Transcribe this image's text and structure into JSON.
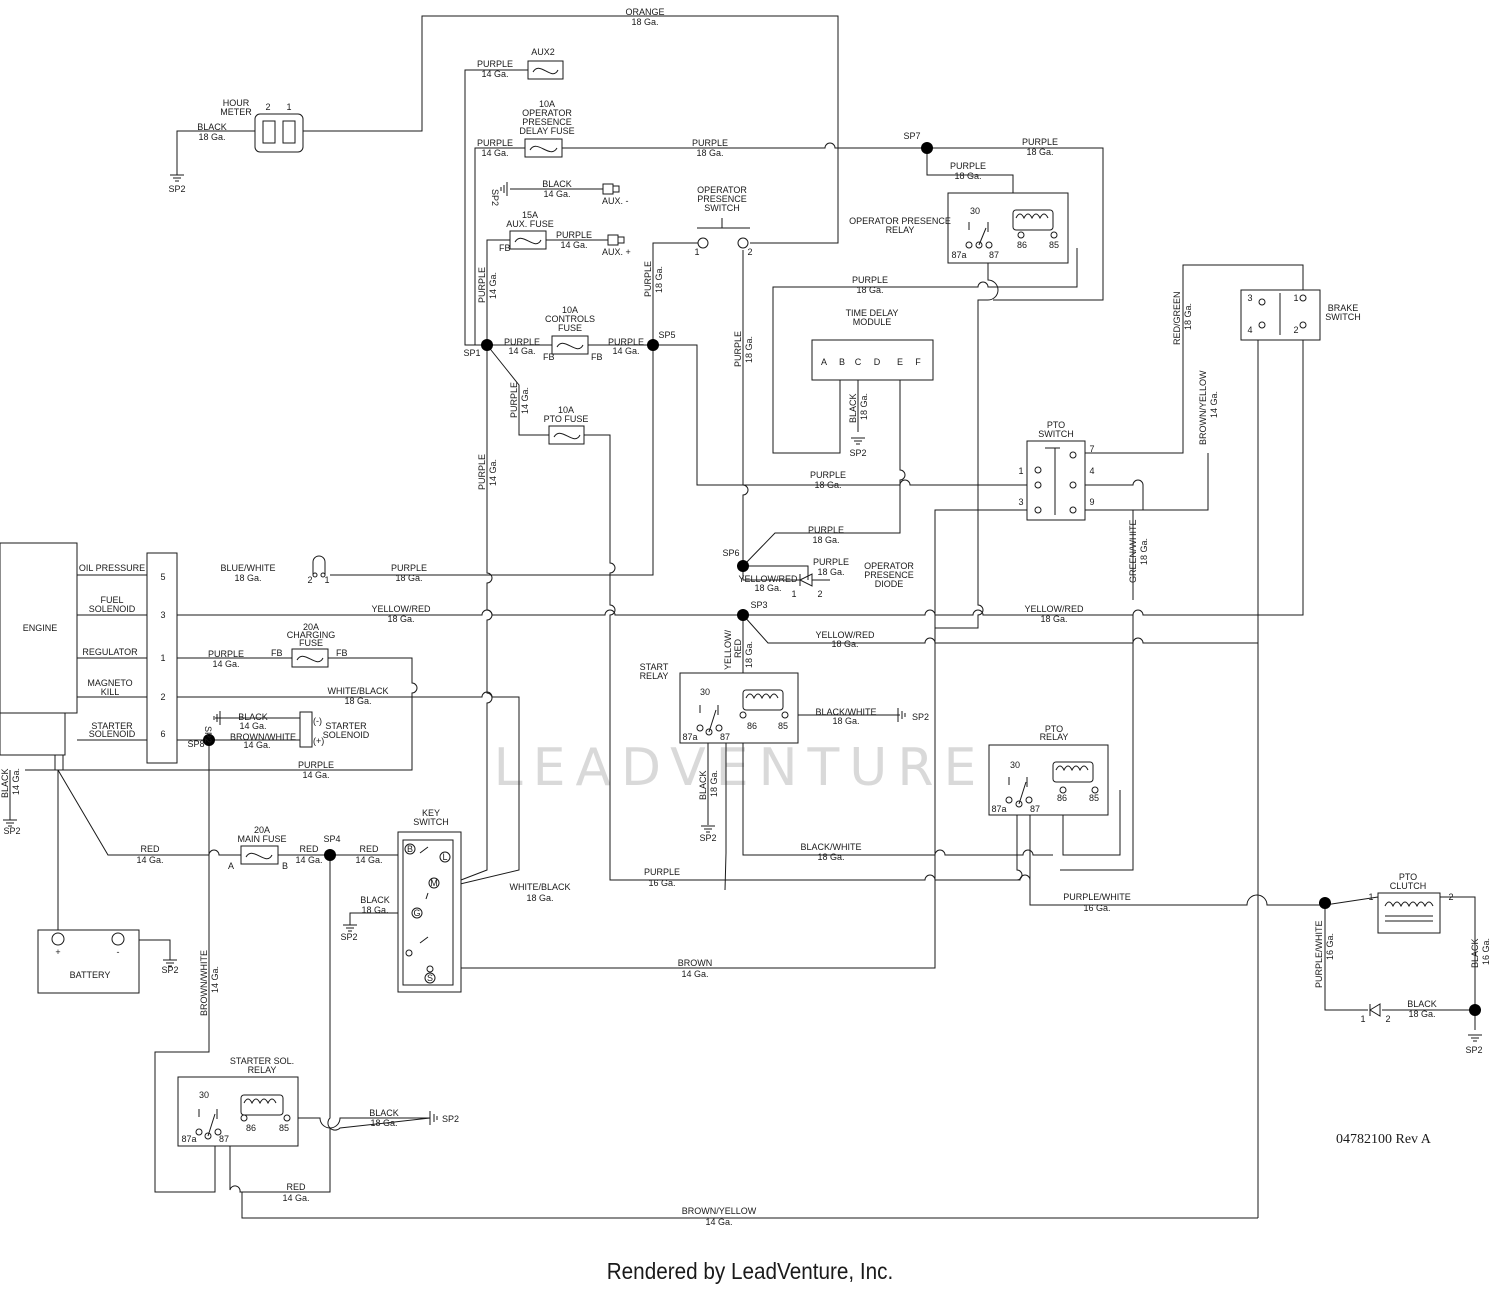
{
  "watermark": "LEADVENTURE",
  "part_number": "04782100  Rev A",
  "footer": "Rendered by LeadVenture, Inc.",
  "labels": {
    "orange": "ORANGE",
    "ga18": "18 Ga.",
    "ga14": "14 Ga.",
    "ga16": "16 Ga.",
    "hour": "HOUR",
    "meter": "METER",
    "black": "BLACK",
    "purple": "PURPLE",
    "red": "RED",
    "brown": "BROWN",
    "brown_white": "BROWN/WHITE",
    "brown_yellow": "BROWN/YELLOW",
    "yellow_red": "YELLOW/RED",
    "yellow": "YELLOW/",
    "red_slash": "RED",
    "blue_white": "BLUE/WHITE",
    "white_black": "WHITE/BLACK",
    "black_white": "BLACK/WHITE",
    "purple_white": "PURPLE/WHITE",
    "red_green": "RED/GREEN",
    "green_white": "GREEN/WHITE",
    "aux2": "AUX2",
    "fuse_10a": "10A",
    "operator": "OPERATOR",
    "presence": "PRESENCE",
    "delay_fuse": "DELAY FUSE",
    "aux_minus": "AUX. -",
    "aux_plus": "AUX. +",
    "fuse_15a": "15A",
    "aux_fuse": "AUX. FUSE",
    "fb": "FB",
    "switch": "SWITCH",
    "controls": "CONTROLS",
    "fuse": "FUSE",
    "pto_fuse": "PTO FUSE",
    "time_delay": "TIME DELAY",
    "module": "MODULE",
    "operator_presence": "OPERATOR PRESENCE",
    "relay": "RELAY",
    "pto": "PTO",
    "brake": "BRAKE",
    "engine": "ENGINE",
    "oil_pressure": "OIL PRESSURE",
    "fuel": "FUEL",
    "solenoid": "SOLENOID",
    "regulator": "REGULATOR",
    "magneto": "MAGNETO",
    "kill": "KILL",
    "starter": "STARTER",
    "fuse_20a": "20A",
    "charging": "CHARGING",
    "diode": "DIODE",
    "start": "START",
    "main_fuse": "MAIN FUSE",
    "key": "KEY",
    "battery": "BATTERY",
    "starter_sol": "STARTER SOL.",
    "clutch": "CLUTCH",
    "sp1": "SP1",
    "sp2": "SP2",
    "sp3": "SP3",
    "sp4": "SP4",
    "sp5": "SP5",
    "sp6": "SP6",
    "sp7": "SP7",
    "sp8": "SP8",
    "p1": "1",
    "p2": "2",
    "p3": "3",
    "p4": "4",
    "p5": "5",
    "p6": "6",
    "p7": "7",
    "p9": "9",
    "p30": "30",
    "p85": "85",
    "p86": "86",
    "p87": "87",
    "p87a": "87a",
    "pa": "A",
    "pb": "B",
    "pc": "C",
    "pd": "D",
    "pe": "E",
    "pf": "F",
    "kb": "B",
    "kl": "L",
    "km": "M",
    "kg": "G",
    "ks": "S",
    "plus": "+",
    "minus": "-",
    "neg": "(-)",
    "pos": "(+)"
  }
}
